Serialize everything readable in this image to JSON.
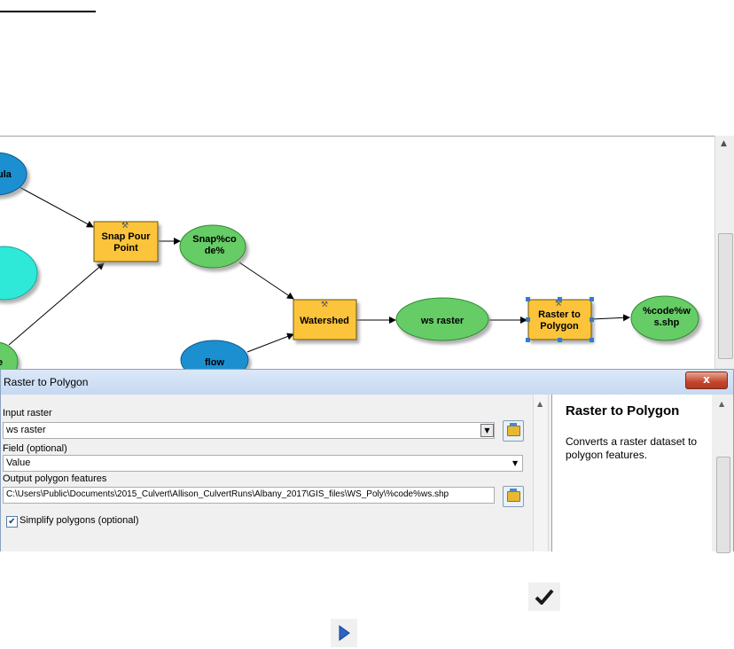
{
  "model": {
    "nodes": {
      "n1": "ula",
      "n2": "Snap Pour Point",
      "n3": "Snap%code%",
      "n4": "Watershed",
      "n5": "ws raster",
      "n6": "Raster to Polygon",
      "n7": "%code%ws.shp",
      "n8": "flow",
      "n9": "e"
    },
    "colors": {
      "tool": "#fcc43a",
      "data_output": "#66cc66",
      "data_input": "#1a8fd0",
      "cyan_input": "#2ee8d8",
      "selection": "#2a7fd4"
    }
  },
  "dialog": {
    "title": "Raster to Polygon",
    "close_label": "x",
    "input_raster_label": "Input raster",
    "input_raster_value": "ws raster",
    "field_label": "Field (optional)",
    "field_value": "Value",
    "output_label": "Output polygon features",
    "output_value": "C:\\Users\\Public\\Documents\\2015_Culvert\\Allison_CulvertRuns\\Albany_2017\\GIS_files\\WS_Poly\\%code%ws.shp",
    "simplify_label": "Simplify polygons (optional)",
    "simplify_checked": true,
    "help_title": "Raster to Polygon",
    "help_body": "Converts a raster dataset to polygon features."
  },
  "icons": {
    "checkmark": "checkmark-icon",
    "play": "play-icon",
    "folder": "folder-icon"
  }
}
